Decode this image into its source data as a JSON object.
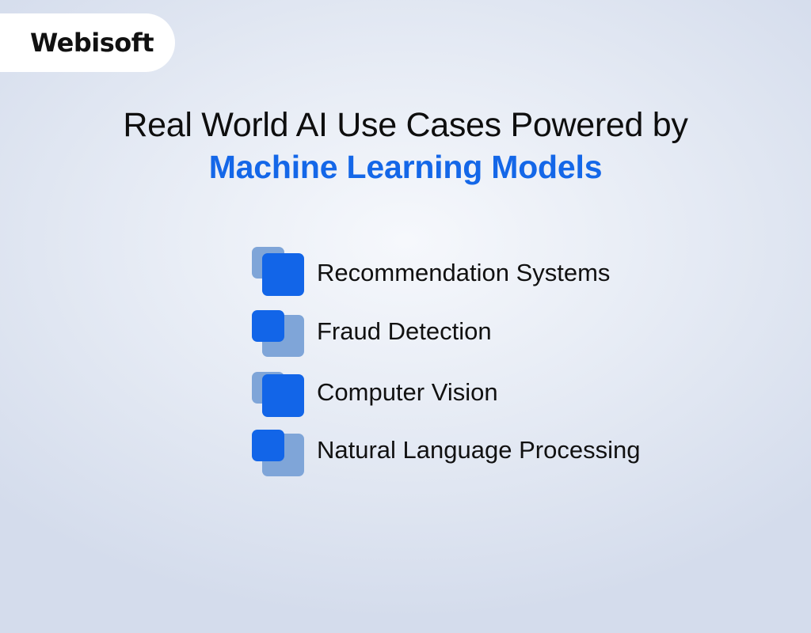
{
  "brand": {
    "logo_text": "Webisoft"
  },
  "title": {
    "line1": "Real World AI Use Cases Powered by",
    "line2": "Machine Learning Models",
    "accent_color": "#1467e8"
  },
  "use_cases": [
    {
      "label": "Recommendation Systems",
      "icon": "stacked-squares-icon",
      "front": "bottom-right"
    },
    {
      "label": "Fraud Detection",
      "icon": "stacked-squares-icon",
      "front": "top-left"
    },
    {
      "label": "Computer Vision",
      "icon": "stacked-squares-icon",
      "front": "bottom-right"
    },
    {
      "label": "Natural Language Processing",
      "icon": "stacked-squares-icon",
      "front": "top-left"
    }
  ],
  "colors": {
    "dark_blue": "#1265e8",
    "light_blue": "#7fa5d8"
  }
}
